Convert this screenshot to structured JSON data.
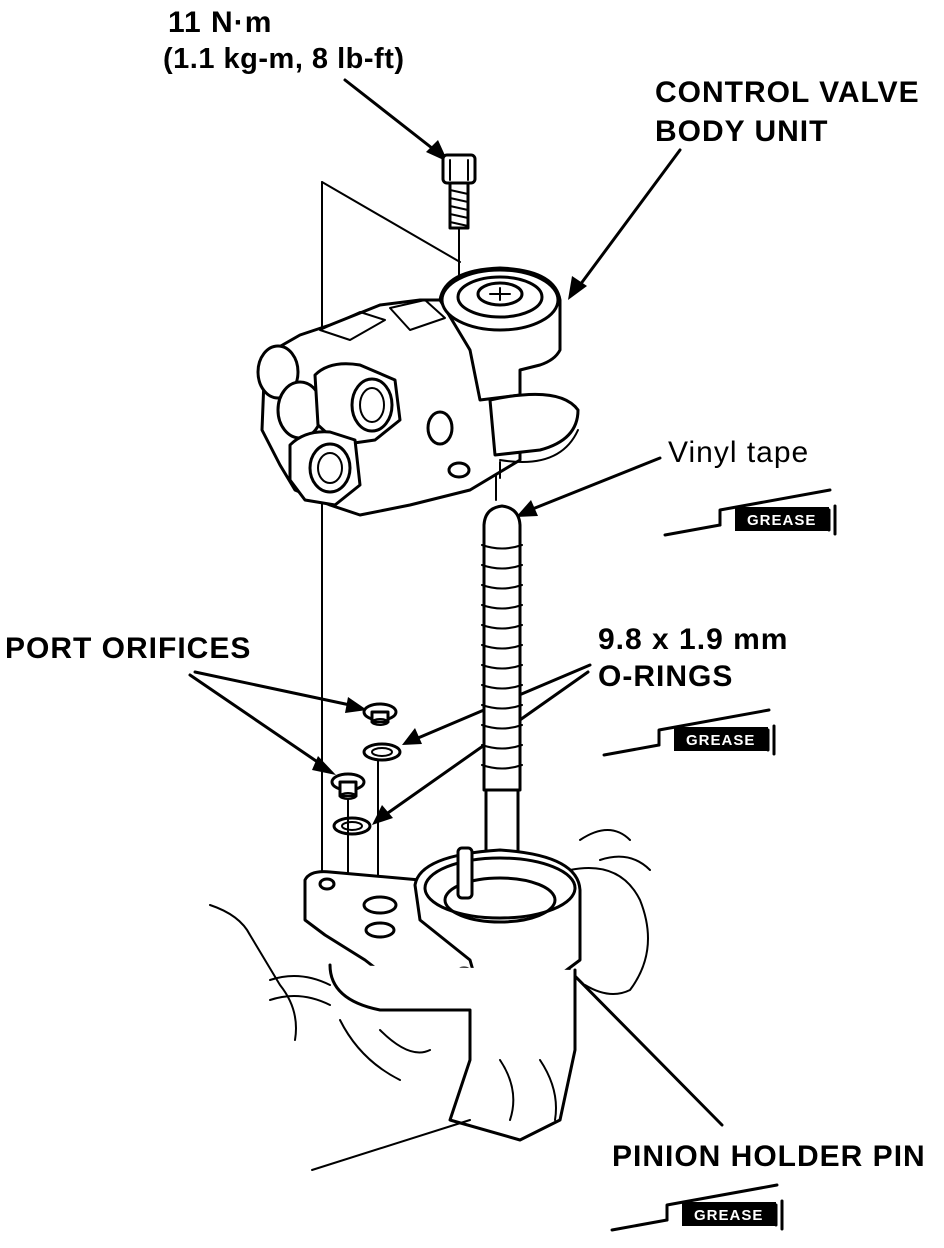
{
  "labels": {
    "torque_line1": "11 N·m",
    "torque_line2": "(1.1 kg-m, 8 lb-ft)",
    "control_valve_line1": "CONTROL VALVE",
    "control_valve_line2": "BODY UNIT",
    "vinyl_tape": "Vinyl tape",
    "port_orifices": "PORT ORIFICES",
    "orings_line1": "9.8 x 1.9 mm",
    "orings_line2": "O-RINGS",
    "pinion_holder_pin": "PINION HOLDER PIN"
  },
  "grease_symbols": [
    {
      "text": "GREASE"
    },
    {
      "text": "GREASE"
    },
    {
      "text": "GREASE"
    }
  ],
  "colors": {
    "ink": "#000000",
    "paper": "#ffffff"
  }
}
